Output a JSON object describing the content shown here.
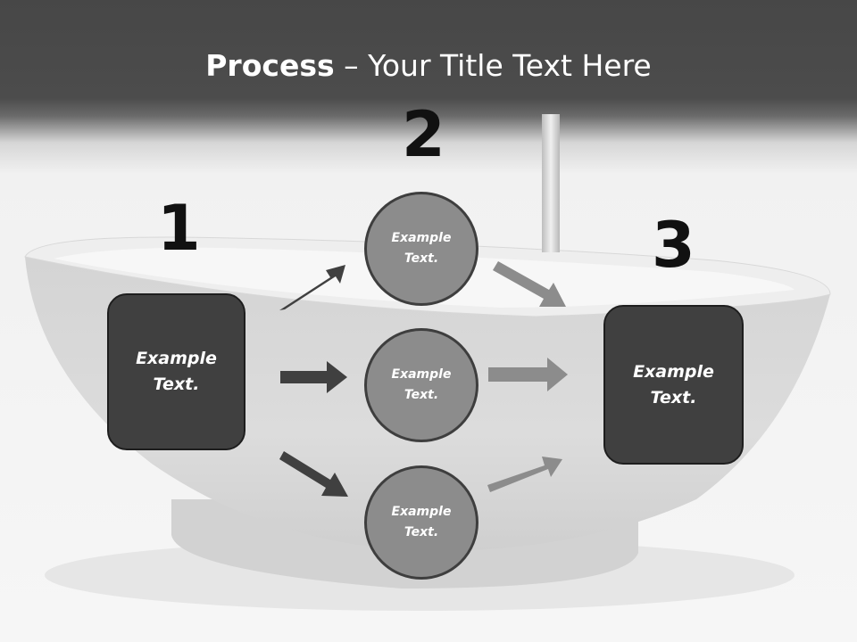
{
  "title": {
    "bold": "Process",
    "rest": " – Your Title Text Here"
  },
  "steps": {
    "s1": "1",
    "s2": "2",
    "s3": "3"
  },
  "left_box": {
    "text": "Example Text."
  },
  "right_box": {
    "text": "Example Text."
  },
  "circles": [
    {
      "text": "Example Text."
    },
    {
      "text": "Example Text."
    },
    {
      "text": "Example Text."
    }
  ],
  "colors": {
    "box": "#404040",
    "circle": "#8c8c8c",
    "dark_arrow": "#404040",
    "light_arrow": "#8c8c8c"
  },
  "background": "bathtub-image"
}
